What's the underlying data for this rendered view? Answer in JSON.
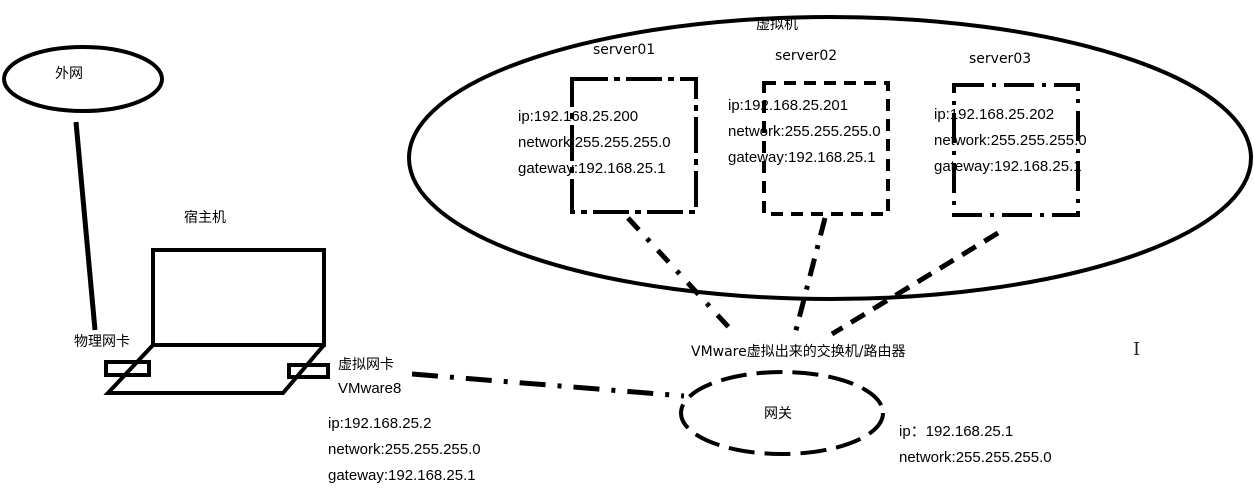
{
  "vm_group": {
    "label": "虚拟机"
  },
  "servers": [
    {
      "name": "server01",
      "ip": "ip:192.168.25.200",
      "network": "network:255.255.255.0",
      "gateway": "gateway:192.168.25.1"
    },
    {
      "name": "server02",
      "ip": "ip:192.168.25.201",
      "network": "network:255.255.255.0",
      "gateway": "gateway:192.168.25.1"
    },
    {
      "name": "server03",
      "ip": "ip:192.168.25.202",
      "network": "network:255.255.255.0",
      "gateway": "gateway:192.168.25.1"
    }
  ],
  "internet": {
    "label": "外网"
  },
  "host": {
    "label": "宿主机",
    "physical_nic": "物理网卡",
    "virtual_nic": "虚拟网卡",
    "virtual_nic_name": "VMware8",
    "ip": "ip:192.168.25.2",
    "network": "network:255.255.255.0",
    "gateway": "gateway:192.168.25.1"
  },
  "switch": {
    "label": "VMware虚拟出来的交换机/路由器"
  },
  "gateway_node": {
    "label": "网关",
    "ip": "ip：192.168.25.1",
    "network": "network:255.255.255.0"
  }
}
